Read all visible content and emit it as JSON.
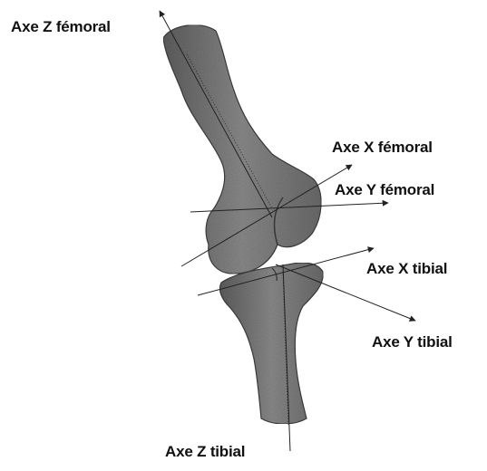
{
  "labels": {
    "axe_z_femoral": "Axe Z fémoral",
    "axe_x_femoral": "Axe X fémoral",
    "axe_y_femoral": "Axe Y fémoral",
    "axe_x_tibial": "Axe X tibial",
    "axe_y_tibial": "Axe Y tibial",
    "axe_z_tibial": "Axe Z tibial"
  },
  "colors": {
    "bone": "#7c7c7c",
    "bone_dark": "#4a4a4a",
    "axis": "#222222",
    "background": "#ffffff"
  }
}
